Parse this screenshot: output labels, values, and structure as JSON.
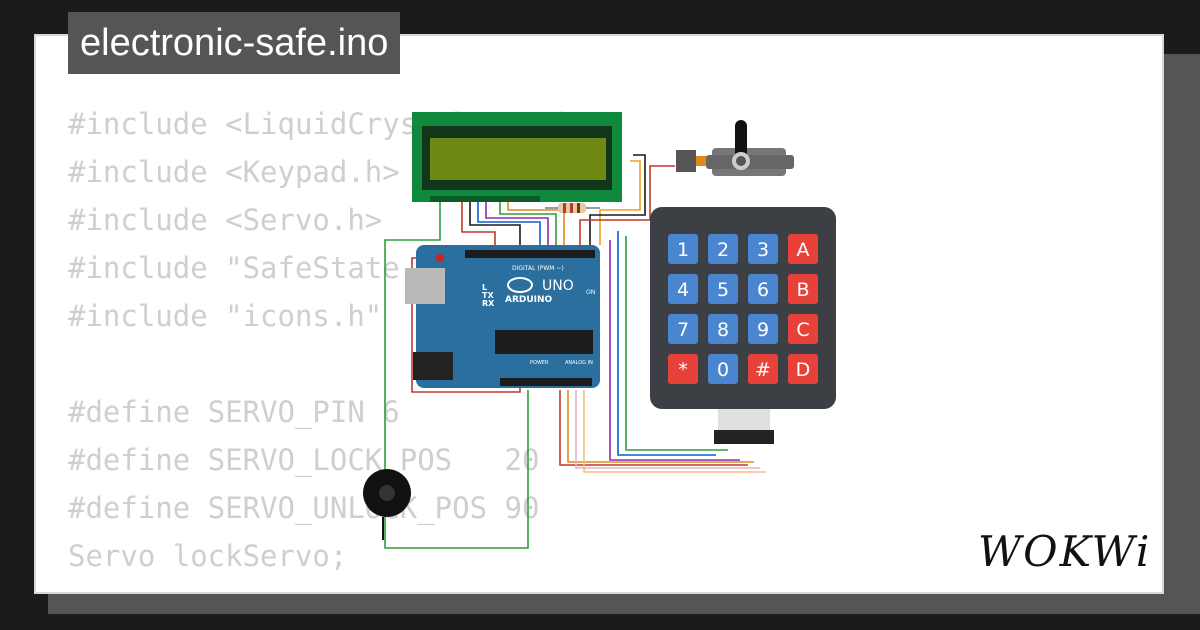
{
  "title": "electronic-safe.ino",
  "code_lines": [
    "#include <LiquidCrystal_I2C.h>",
    "#include <Keypad.h>",
    "#include <Servo.h>",
    "#include \"SafeState.h\"",
    "#include \"icons.h\"",
    "",
    "#define SERVO_PIN 6",
    "#define SERVO_LOCK_POS   20",
    "#define SERVO_UNLOCK_POS 90",
    "Servo lockServo;"
  ],
  "arduino": {
    "brand": "ARDUINO",
    "model": "UNO",
    "digital_label": "DIGITAL (PWM ~)",
    "analog_label": "ANALOG IN",
    "power_label": "POWER",
    "on_label": "ON",
    "tx_label": "TX",
    "rx_label": "RX",
    "l_label": "L"
  },
  "keypad": {
    "keys": [
      "1",
      "2",
      "3",
      "A",
      "4",
      "5",
      "6",
      "B",
      "7",
      "8",
      "9",
      "C",
      "*",
      "0",
      "#",
      "D"
    ]
  },
  "logo": "WOKWi",
  "colors": {
    "background": "#1b1b1b",
    "card": "#ffffff",
    "title_tab": "#555555",
    "code": "#cfcfcf",
    "lcd_board": "#0f8a3c",
    "lcd_screen": "#6e8a12",
    "arduino": "#2a6f9e",
    "keypad_body": "#3c3f43",
    "key_blue": "#4a86cf",
    "key_red": "#e8413a"
  }
}
